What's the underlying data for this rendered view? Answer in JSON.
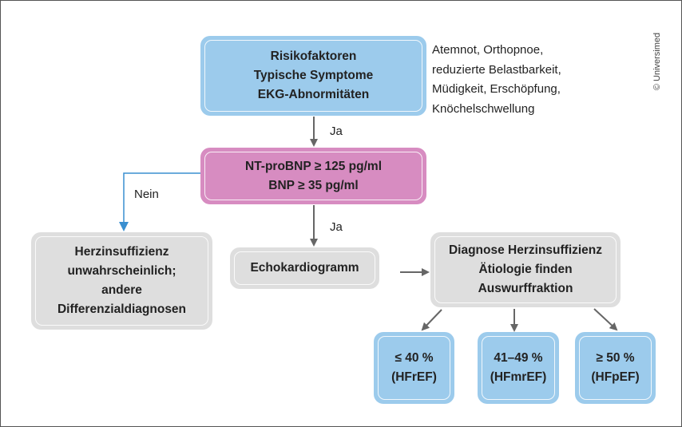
{
  "copyright": "© Universimed",
  "colors": {
    "blue": "#9ccbec",
    "pink": "#d78cc1",
    "gray": "#dedede",
    "arrow": "#666666",
    "nein_arrow": "#3a8fd0"
  },
  "nodes": {
    "risk": [
      "Risikofaktoren",
      "Typische Symptome",
      "EKG-Abnormitäten"
    ],
    "symptoms": [
      "Atemnot, Orthopnoe,",
      "reduzierte Belastbarkeit,",
      "Müdigkeit, Erschöpfung,",
      "Knöchelschwellung"
    ],
    "bnp": [
      "NT-proBNP ≥ 125 pg/ml",
      "BNP ≥ 35 pg/ml"
    ],
    "unlikely": [
      "Herzinsuffizienz",
      "unwahrscheinlich;",
      "andere",
      "Differenzialdiagnosen"
    ],
    "echo": [
      "Echokardiogramm"
    ],
    "diagnosis": [
      "Diagnose Herzinsuffizienz",
      "Ätiologie finden",
      "Auswurffraktion"
    ],
    "hfref": [
      "≤ 40 %",
      "(HFrEF)"
    ],
    "hfmref": [
      "41–49 %",
      "(HFmrEF)"
    ],
    "hfpef": [
      "≥ 50 %",
      "(HFpEF)"
    ]
  },
  "edges": {
    "yes1": "Ja",
    "yes2": "Ja",
    "no": "Nein"
  }
}
